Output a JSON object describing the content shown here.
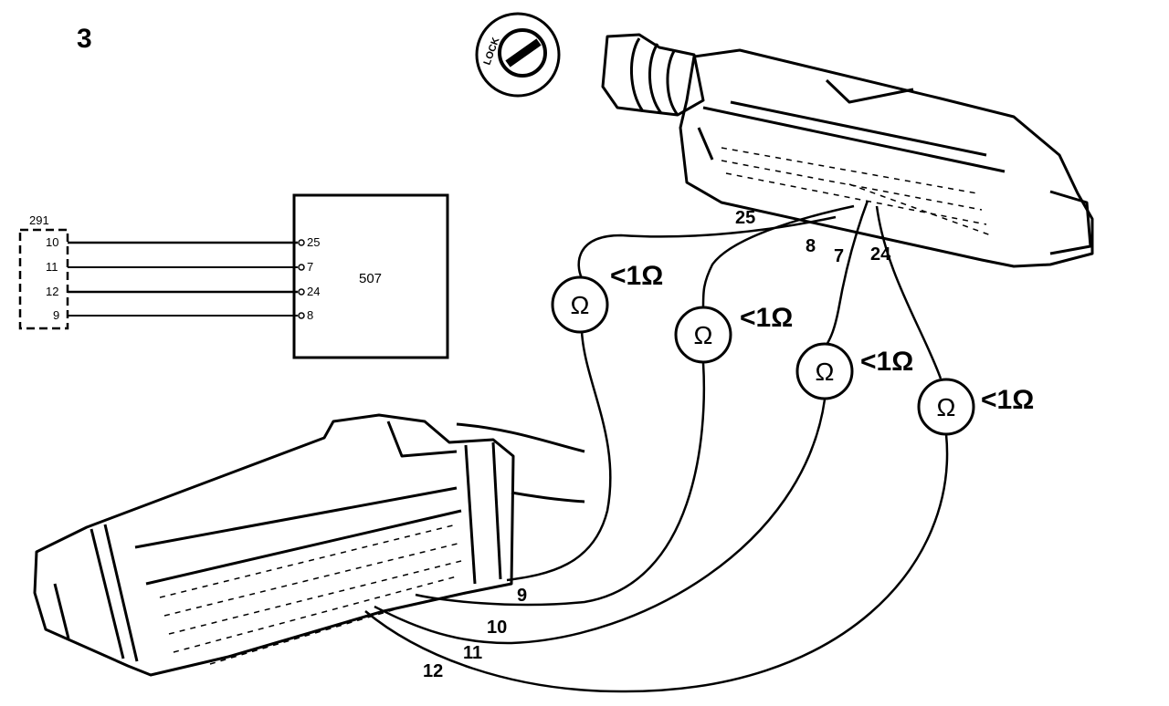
{
  "step_number": "3",
  "lock_label": "LOCK",
  "schematic": {
    "connector_id": "291",
    "module_id": "507",
    "wires": [
      {
        "from_pin": "10",
        "to_pin": "25"
      },
      {
        "from_pin": "11",
        "to_pin": "7"
      },
      {
        "from_pin": "12",
        "to_pin": "24"
      },
      {
        "from_pin": "9",
        "to_pin": "8"
      }
    ]
  },
  "meters": [
    {
      "symbol": "Ω",
      "reading": "<1Ω"
    },
    {
      "symbol": "Ω",
      "reading": "<1Ω"
    },
    {
      "symbol": "Ω",
      "reading": "<1Ω"
    },
    {
      "symbol": "Ω",
      "reading": "<1Ω"
    }
  ],
  "upper_connector_pins": [
    "25",
    "8",
    "7",
    "24"
  ],
  "lower_connector_pins": [
    "9",
    "10",
    "11",
    "12"
  ]
}
